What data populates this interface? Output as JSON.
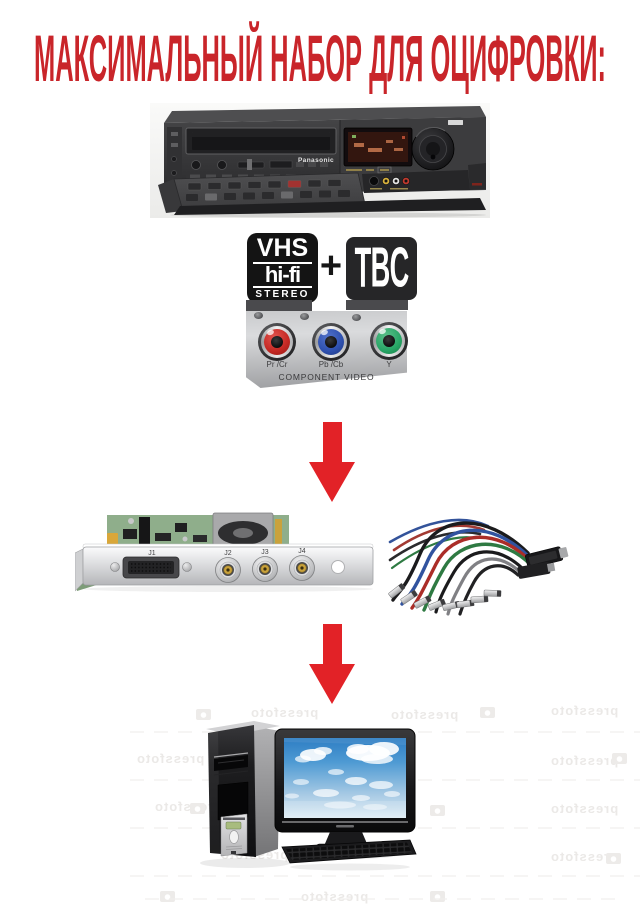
{
  "title": {
    "text": "МАКСИМАЛЬНЫЙ НАБОР ДЛЯ ОЦИФРОВКИ:",
    "color": "#c9252a"
  },
  "vcr": {
    "brand": "Panasonic"
  },
  "badges": {
    "vhs": {
      "line1": "VHS",
      "line2": "hi-fi",
      "line3": "STEREO"
    },
    "plus": "+",
    "tbc": "TBC"
  },
  "component_video": {
    "caption": "COMPONENT VIDEO",
    "jacks": [
      {
        "label": "Pr /Cr",
        "color": "#c32722"
      },
      {
        "label": "Pb /Cb",
        "color": "#2d4fae"
      },
      {
        "label": "Y",
        "color": "#27a566"
      }
    ]
  },
  "capture_card": {
    "port_labels": [
      "J1",
      "J2",
      "J3",
      "J4"
    ]
  },
  "arrow": {
    "color": "#e22227"
  },
  "watermark": {
    "text": "pressfoto"
  }
}
